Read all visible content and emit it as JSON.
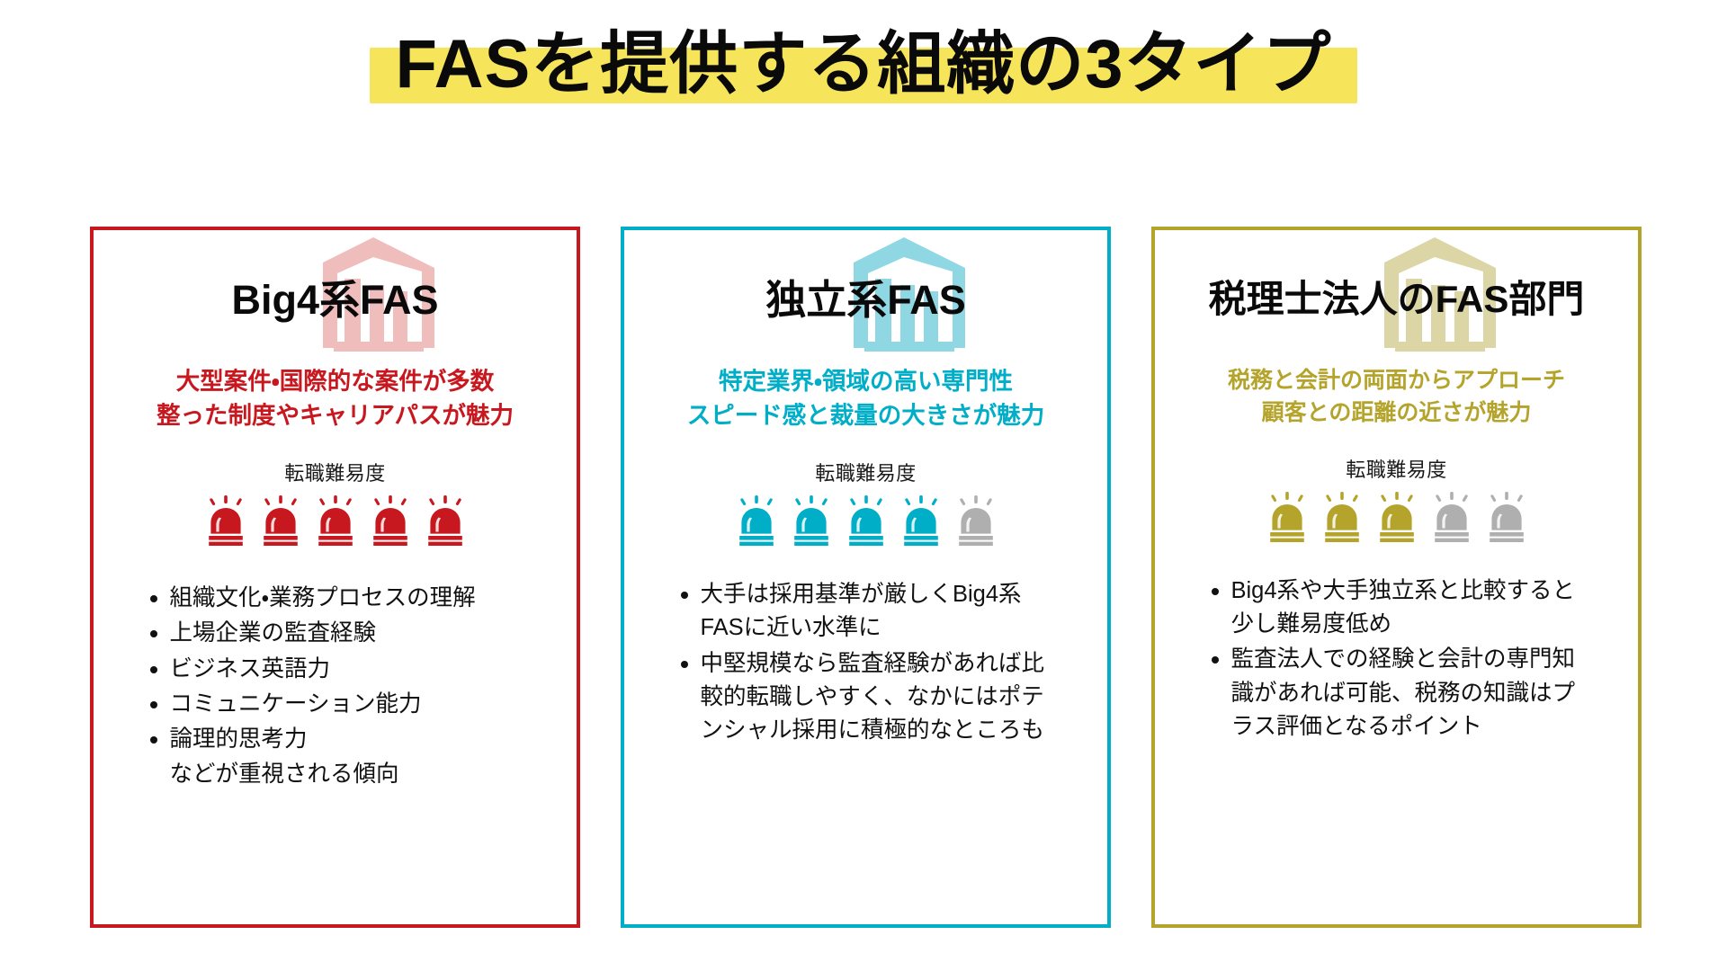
{
  "page": {
    "title": "FASを提供する組織の3タイプ",
    "highlight_color": "#F6E55B",
    "background": "#ffffff"
  },
  "cards": [
    {
      "id": "big4-fas",
      "title": "Big4系FAS",
      "accent_color": "#C8181F",
      "icon": "building-icon",
      "subtitle_line1": "大型案件・国際的な案件が多数",
      "subtitle_line2": "整った制度やキャリアパスが魅力",
      "difficulty_label": "転職難易度",
      "difficulty_filled": 5,
      "difficulty_total": 5,
      "bullets": [
        "組織文化・業務プロセスの理解",
        "上場企業の監査経験",
        "ビジネス英語力",
        "コミュニケーション能力",
        "論理的思考力"
      ],
      "footnote": "などが重視される傾向"
    },
    {
      "id": "independent-fas",
      "title": "独立系FAS",
      "accent_color": "#00AEC7",
      "icon": "building-icon",
      "subtitle_line1": "特定業界・領域の高い専門性",
      "subtitle_line2": "スピード感と裁量の大きさが魅力",
      "difficulty_label": "転職難易度",
      "difficulty_filled": 4,
      "difficulty_total": 5,
      "bullets": [
        "大手は採用基準が厳しくBig4系FASに近い水準に",
        "中堅規模なら監査経験があれば比較的転職しやすく、なかにはポテンシャル採用に積極的なところも"
      ],
      "footnote": ""
    },
    {
      "id": "tax-firm-fas",
      "title": "税理士法人のFAS部門",
      "accent_color": "#B5A42B",
      "icon": "building-icon",
      "subtitle_line1": "税務と会計の両面からアプローチ",
      "subtitle_line2": "顧客との距離の近さが魅力",
      "difficulty_label": "転職難易度",
      "difficulty_filled": 3,
      "difficulty_total": 5,
      "bullets": [
        "Big4系や大手独立系と比較すると少し難易度低め",
        "監査法人での経験と会計の専門知識があれば可能、税務の知識はプラス評価となるポイント"
      ],
      "footnote": ""
    }
  ],
  "siren_inactive_color": "#AFAFAF"
}
